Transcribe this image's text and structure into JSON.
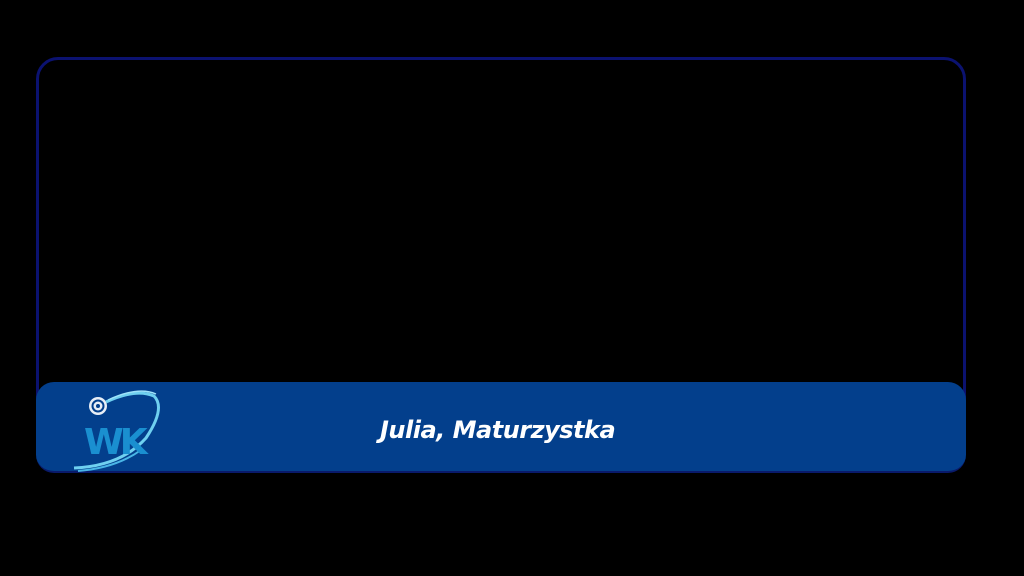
{
  "lower_third": {
    "caption": "Julia, Maturzystka",
    "logo": {
      "name": "wk-logo",
      "text": "WK",
      "icon": "target-icon"
    }
  },
  "colors": {
    "background": "#000000",
    "frame_border": "#0b1270",
    "banner": "#033f8c",
    "logo_letters": "#1a8fd0",
    "logo_swoosh": "#6fd0f0",
    "caption_text": "#ffffff"
  }
}
